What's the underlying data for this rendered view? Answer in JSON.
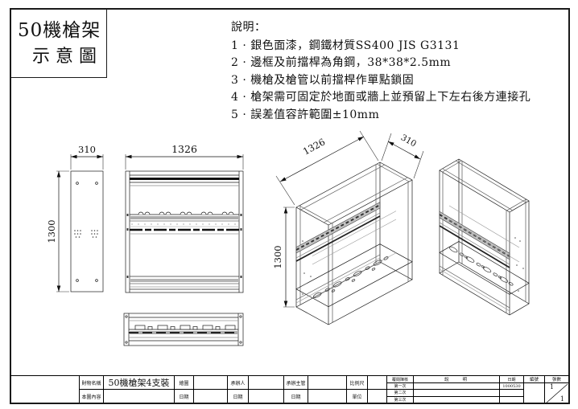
{
  "title": {
    "line1": "50機槍架",
    "line2": "示意圖"
  },
  "notes": {
    "heading": "說明：",
    "items": [
      "1 · 銀色面漆，鋼鐵材質SS400 JIS G3131",
      "2 · 邊框及前擋桿為角鋼，38*38*2.5mm",
      "3 · 機槍及槍管以前擋桿作單點鎖固",
      "4 · 槍架需可固定於地面或牆上並預留上下左右後方連接孔",
      "5 · 誤差值容許範圍±10mm"
    ]
  },
  "dimensions": {
    "side_width": "310",
    "height": "1300",
    "front_width": "1326",
    "iso_width": "1326",
    "iso_depth": "310",
    "iso_height": "1300"
  },
  "titleblock": {
    "item_label": "財物名稱",
    "item_value": "50機槍架4支裝",
    "content_label": "本圖內容",
    "content_value": "",
    "draw_label": "繪圖",
    "date_label": "日期",
    "handler_label": "承辦人",
    "handler_date_label": "日期",
    "supervisor_label": "承辦主管",
    "supervisor_date_label": "日期",
    "scale_label": "比例尺",
    "unit_label": "單位",
    "review_header": "覆閱陳核",
    "desc_header": "說　　明",
    "rev_date_header": "日期",
    "rev_rows": [
      {
        "label": "第一次",
        "desc": "",
        "date": "1000530"
      },
      {
        "label": "第二次",
        "desc": "",
        "date": ""
      },
      {
        "label": "第三次",
        "desc": "",
        "date": ""
      }
    ],
    "number_label": "編號",
    "sheets_label": "張數",
    "sheet_no": "1",
    "sheet_total": "1"
  }
}
